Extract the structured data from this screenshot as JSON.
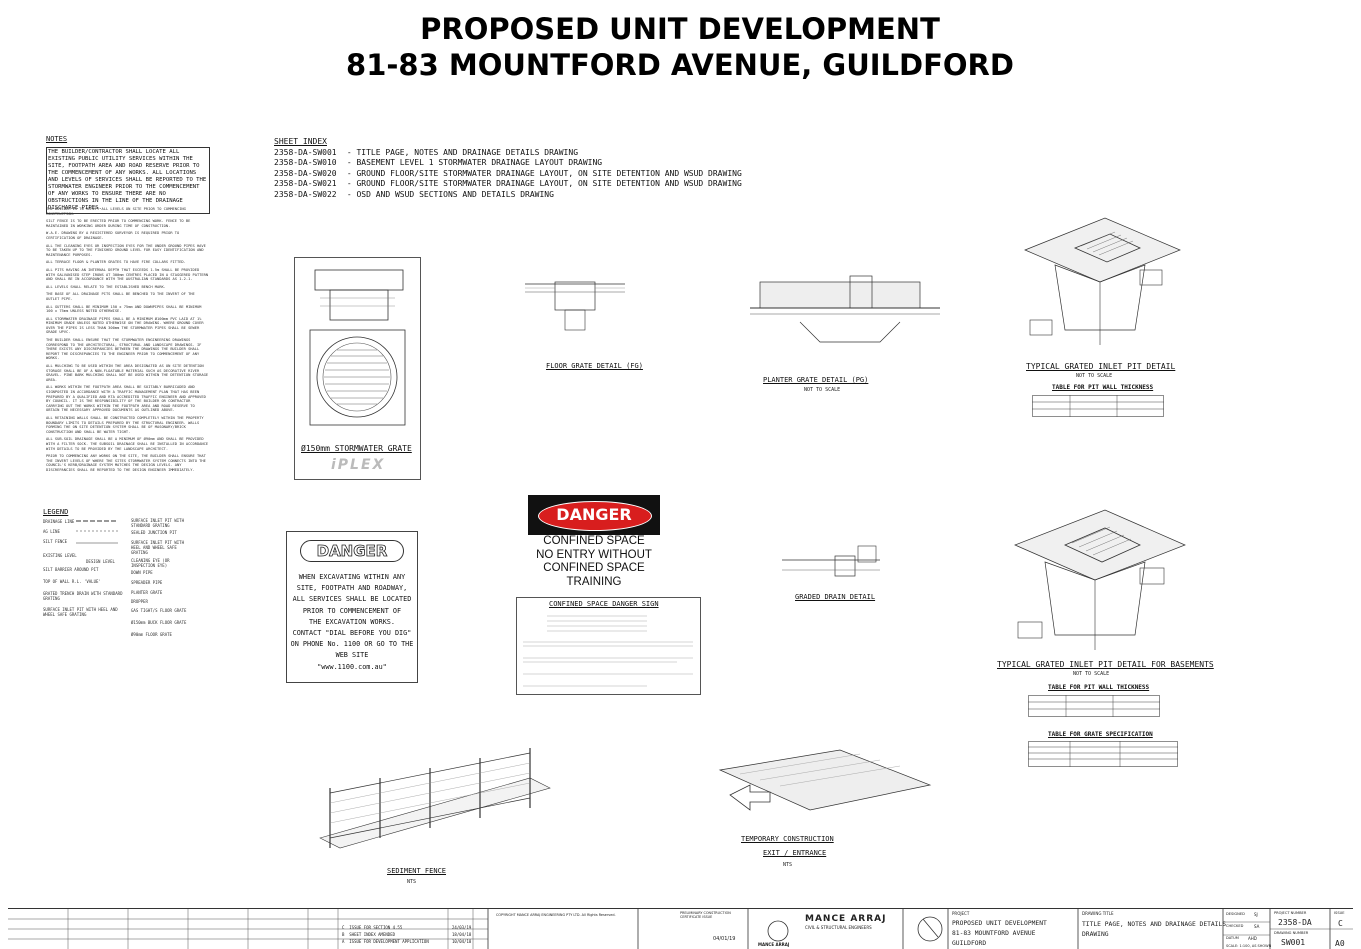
{
  "title": {
    "line1": "PROPOSED UNIT DEVELOPMENT",
    "line2": "81-83 MOUNTFORD AVENUE, GUILDFORD"
  },
  "notes": {
    "heading": "NOTES",
    "first_note": "THE BUILDER/CONTRACTOR SHALL LOCATE ALL EXISTING PUBLIC UTILITY SERVICES WITHIN THE SITE, FOOTPATH AREA AND ROAD RESERVE PRIOR TO THE COMMENCEMENT OF ANY WORKS. ALL LOCATIONS AND LEVELS OF SERVICES SHALL BE REPORTED TO THE STORMWATER ENGINEER PRIOR TO THE COMMENCEMENT OF ANY WORKS TO ENSURE THERE ARE NO OBSTRUCTIONS IN THE LINE OF THE DRAINAGE DISCHARGE PIPES.",
    "items": [
      "THE BUILDER IS TO VERIFY ALL LEVELS ON SITE PRIOR TO COMMENCING CONSTRUCTION.",
      "SILT FENCE IS TO BE ERECTED PRIOR TO COMMENCING WORK. FENCE TO BE MAINTAINED IN WORKING ORDER DURING TIME OF CONSTRUCTION.",
      "W.A.E. DRAWING BY A REGISTERED SURVEYOR IS REQUIRED PRIOR TO CERTIFICATION OF DRAINAGE.",
      "ALL THE CLEANING EYES OR INSPECTION EYES FOR THE UNDER GROUND PIPES HAVE TO BE TAKEN UP TO THE FINISHED GROUND LEVEL FOR EASY IDENTIFICATION AND MAINTENANCE PURPOSES.",
      "ALL TERRACE FLOOR & PLANTER GRATES TO HAVE FIRE COLLARS FITTED.",
      "ALL PITS HAVING AN INTERNAL DEPTH THAT EXCEEDS 1.5m SHALL BE PROVIDED WITH GALVANISED STEP IRONS AT 300mm CENTRES PLACED IN A STAGGERED PATTERN AND SHALL BE IN ACCORDANCE WITH THE AUSTRALIAN STANDARDS AS 1.2.1.",
      "ALL LEVELS SHALL RELATE TO THE ESTABLISHED BENCH MARK.",
      "THE BASE OF ALL DRAINAGE PITS SHALL BE BENCHED TO THE INVERT OF THE OUTLET PIPE.",
      "ALL GUTTERS SHALL BE MINIMUM 150 x 75mm AND DOWNPIPES SHALL BE MINIMUM 100 x 75mm UNLESS NOTED OTHERWISE.",
      "ALL STORMWATER DRAINAGE PIPES SHALL BE A MINIMUM Ø100mm PVC LAID AT 1% MINIMUM GRADE UNLESS NOTED OTHERWISE ON THE DRAWING. WHERE GROUND COVER OVER THE PIPES IS LESS THAN 300mm THE STORMWATER PIPES SHALL BE SEWER GRADE UPVC.",
      "THE BUILDER SHALL ENSURE THAT THE STORMWATER ENGINEERING DRAWINGS CORRESPOND TO THE ARCHITECTURAL, STRUCTURAL AND LANDSCAPE DRAWINGS. IF THERE EXISTS ANY DISCREPANCIES BETWEEN THE DRAWINGS THE BUILDER SHALL REPORT THE DISCREPANCIES TO THE ENGINEER PRIOR TO COMMENCEMENT OF ANY WORKS.",
      "ALL MULCHING TO BE USED WITHIN THE AREA DESIGNATED AS ON SITE DETENTION STORAGE SHALL BE OF A NON-FLOATABLE MATERIAL SUCH AS DECORATIVE RIVER GRAVEL. PINE BARK MULCHING SHALL NOT BE USED WITHIN THE DETENTION STORAGE AREA.",
      "ALL WORKS WITHIN THE FOOTPATH AREA SHALL BE SUITABLY BARRICADED AND SIGNPOSTED IN ACCORDANCE WITH A TRAFFIC MANAGEMENT PLAN THAT HAS BEEN PREPARED BY A QUALIFIED AND RTA ACCREDITED TRAFFIC ENGINEER AND APPROVED BY COUNCIL. IT IS THE RESPONSIBILITY OF THE BUILDER OR CONTRACTOR CARRYING OUT THE WORKS WITHIN THE FOOTPATH AREA AND ROAD RESERVE TO OBTAIN THE NECESSARY APPROVED DOCUMENTS AS OUTLINED ABOVE.",
      "ALL RETAINING WALLS SHALL BE CONSTRUCTED COMPLETELY WITHIN THE PROPERTY BOUNDARY LIMITS TO DETAILS PREPARED BY THE STRUCTURAL ENGINEER. WALLS FORMING THE ON SITE DETENTION SYSTEM SHALL BE OF MASONARY/BRICK CONSTRUCTION AND SHALL BE WATER TIGHT.",
      "ALL SUB-SOIL DRAINAGE SHALL BE A MINIMUM OF Ø90mm AND SHALL BE PROVIDED WITH A FILTER SOCK. THE SUBSOIL DRAINAGE SHALL BE INSTALLED IN ACCORDANCE WITH DETAILS TO BE PROVIDED BY THE LANDSCAPE ARCHITECT.",
      "PRIOR TO COMMENCING ANY WORKS ON THE SITE, THE BUILDER SHALL ENSURE THAT THE INVERT LEVELS OF WHERE THE SITES STORMWATER SYSTEM CONNECTS INTO THE COUNCIL'S KERB/DRAINAGE SYSTEM MATCHES THE DESIGN LEVELS. ANY DISCREPANCIES SHALL BE REPORTED TO THE DESIGN ENGINEER IMMEDIATELY."
    ]
  },
  "sheet_index": {
    "heading": "SHEET INDEX",
    "rows": [
      {
        "code": "2358-DA-SW001",
        "desc": "TITLE PAGE, NOTES AND DRAINAGE DETAILS DRAWING"
      },
      {
        "code": "2358-DA-SW010",
        "desc": "BASEMENT LEVEL 1 STORMWATER DRAINAGE LAYOUT DRAWING"
      },
      {
        "code": "2358-DA-SW020",
        "desc": "GROUND FLOOR/SITE STORMWATER DRAINAGE LAYOUT, ON SITE DETENTION AND WSUD DRAWING"
      },
      {
        "code": "2358-DA-SW021",
        "desc": "GROUND FLOOR/SITE STORMWATER DRAINAGE LAYOUT, ON SITE DETENTION AND WSUD DRAWING"
      },
      {
        "code": "2358-DA-SW022",
        "desc": "OSD AND WSUD SECTIONS AND DETAILS DRAWING"
      }
    ]
  },
  "details": {
    "stormwater_grate": "Ø150mm STORMWATER GRATE",
    "iplex": "iPLEX",
    "floor_grate": "FLOOR GRATE DETAIL (FG)",
    "planter_grate": "PLANTER GRATE DETAIL (PG)",
    "planter_grate_scale": "NOT TO SCALE",
    "inlet_pit": "TYPICAL GRATED INLET PIT DETAIL",
    "inlet_pit_scale": "NOT TO SCALE",
    "inlet_pit_table": "TABLE FOR PIT WALL THICKNESS",
    "inlet_pit_basement": "TYPICAL GRATED INLET PIT DETAIL FOR BASEMENTS",
    "inlet_pit_basement_scale": "NOT TO SCALE",
    "basement_table1": "TABLE FOR PIT WALL THICKNESS",
    "basement_table2": "TABLE FOR GRATE SPECIFICATION",
    "graded_drain": "GRADED DRAIN DETAIL",
    "sediment_fence": "SEDIMENT FENCE",
    "sediment_fence_scale": "NTS",
    "temp_construction_1": "TEMPORARY CONSTRUCTION",
    "temp_construction_2": "EXIT / ENTRANCE",
    "temp_construction_scale": "NTS"
  },
  "danger_excavation": {
    "header": "DANGER",
    "lines": [
      "WHEN EXCAVATING WITHIN ANY",
      "SITE, FOOTPATH AND ROADWAY,",
      "ALL SERVICES SHALL BE LOCATED",
      "PRIOR TO COMMENCEMENT OF",
      "THE EXCAVATION WORKS.",
      "CONTACT \"DIAL BEFORE YOU DIG\"",
      "ON PHONE No. 1100 OR GO TO THE",
      "WEB SITE",
      "\"www.1100.com.au\""
    ]
  },
  "danger_confined": {
    "header": "DANGER",
    "lines": [
      "CONFINED SPACE",
      "NO ENTRY WITHOUT",
      "CONFINED SPACE",
      "TRAINING"
    ],
    "caption": "CONFINED SPACE DANGER SIGN",
    "colors": {
      "red": "#d81e1e",
      "black": "#111111"
    }
  },
  "legend": {
    "heading": "LEGEND",
    "left": [
      "DRAINAGE LINE",
      "AG LINE",
      "SILT FENCE",
      "EXISTING LEVEL",
      "SILT BARRIER AROUND PIT",
      "TOP OF WALL R.L. 'VALUE'",
      "GRATED TRENCH DRAIN WITH STANDARD GRATING",
      "SURFACE INLET PIT WITH HEEL AND WHEEL SAFE GRATING"
    ],
    "right": [
      "SURFACE INLET PIT WITH STANDARD GRATING",
      "SEALED JUNCTION PIT",
      "SURFACE INLET PIT WITH HEEL AND WHEEL SAFE GRATING",
      "CLEANING EYE (OR INSPECTION EYE)",
      "DOWN PIPE",
      "SPREADER PIPE",
      "PLANTER GRATE",
      "DROPPER",
      "GAS TIGHT/S FLOOR GRATE",
      "Ø150mm BUCK FLOOR GRATE",
      "Ø90mm FLOOR GRATE"
    ],
    "design_level": "DESIGN LEVEL"
  },
  "title_block": {
    "project_label": "PROJECT",
    "project_line1": "PROPOSED UNIT DEVELOPMENT",
    "project_line2": "81-83 MOUNTFORD AVENUE",
    "project_line3": "GUILDFORD",
    "drawing_title_label": "DRAWING TITLE",
    "drawing_title_line1": "TITLE PAGE, NOTES AND DRAINAGE DETAILS",
    "drawing_title_line2": "DRAWING",
    "company_name": "MANCE ARRAJ",
    "company_sub": "CIVIL & STRUCTURAL ENGINEERS",
    "company_logo_text": "MANCE ARRAJ",
    "project_number_label": "PROJECT NUMBER",
    "project_number": "2358-DA",
    "drawing_number_label": "DRAWING NUMBER",
    "drawing_number": "SW001",
    "issue_label": "ISSUE",
    "issue": "C",
    "size": "A0",
    "designed_label": "DESIGNED",
    "designed": "SJ",
    "checked_label": "CHECKED",
    "checked": "SA",
    "datum_label": "DATUM",
    "datum": "AHD",
    "scale_text": "SCALE: 1:100, AS SHOWN",
    "revisions": [
      {
        "rev": "C",
        "desc": "ISSUE FOR SECTION 4.55",
        "date": "24/03/19"
      },
      {
        "rev": "B",
        "desc": "SHEET INDEX AMENDED",
        "date": "18/04/18"
      },
      {
        "rev": "A",
        "desc": "ISSUE FOR DEVELOPMENT APPLICATION",
        "date": "10/04/18"
      }
    ],
    "signature_date": "04/01/19",
    "copyright": "COPYRIGHT MANCE ARRAJ ENGINEERING PTY LTD. All Rights Reserved.",
    "preliminary": "PRELIMINARY CONSTRUCTION CERTIFICATE ISSUE"
  }
}
